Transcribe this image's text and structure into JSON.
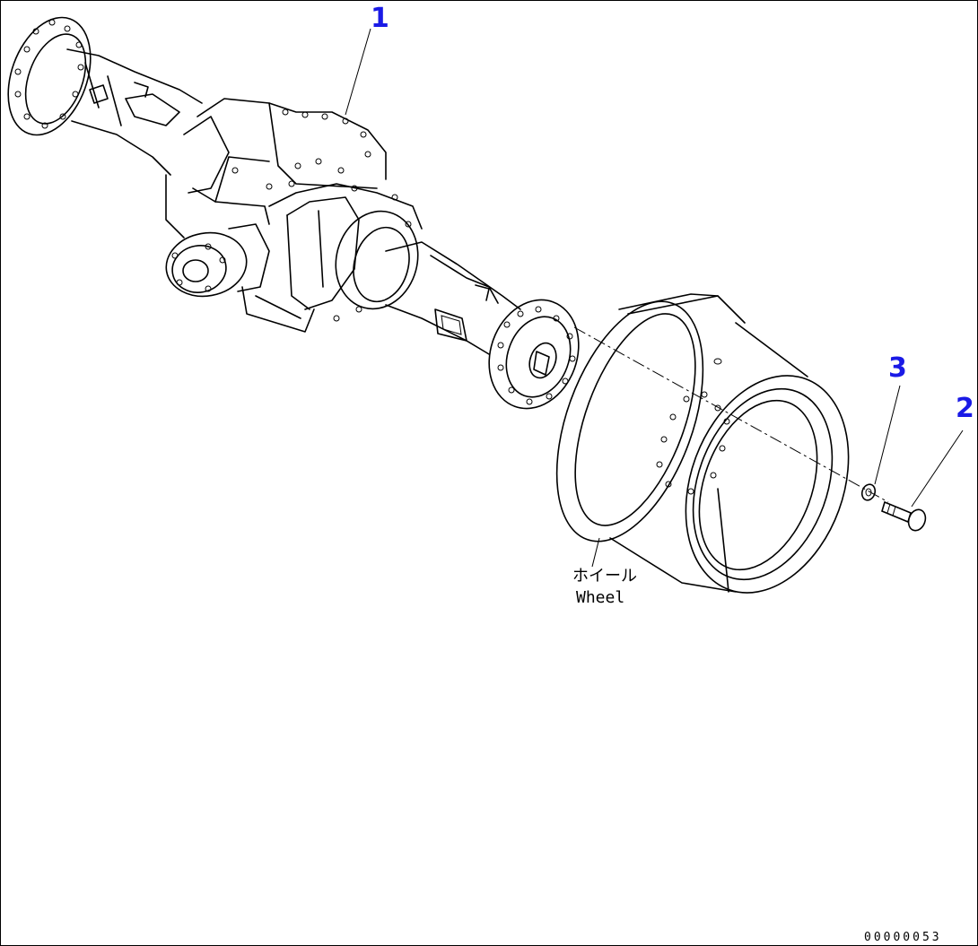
{
  "colors": {
    "callout": "#1a1ae6",
    "line": "#000000",
    "background": "#ffffff"
  },
  "callouts": [
    {
      "id": "1",
      "label": "1"
    },
    {
      "id": "2",
      "label": "2"
    },
    {
      "id": "3",
      "label": "3"
    }
  ],
  "wheel_label": {
    "jp": "ホイール",
    "en": "Wheel"
  },
  "drawing_code": "00000053"
}
